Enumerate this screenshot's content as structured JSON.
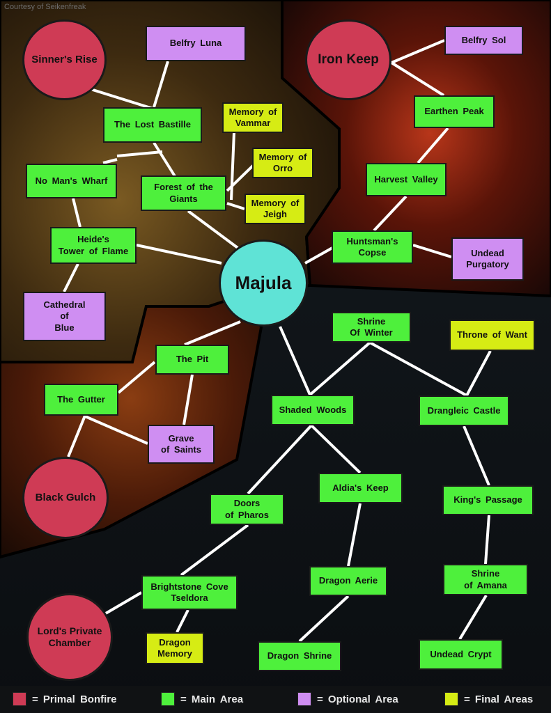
{
  "credit": "Courtesy of Seikenfreak",
  "colors": {
    "primal": "#cf3b55",
    "main": "#4ef03c",
    "optional": "#cf8ef2",
    "final": "#d6ec14",
    "hub": "#5fe3d6",
    "connector": "#ffffff"
  },
  "nodes": {
    "sinners_rise": "Sinner's Rise",
    "belfry_luna": "Belfry Luna",
    "iron_keep": "Iron Keep",
    "belfry_sol": "Belfry Sol",
    "lost_bastille": "The Lost Bastille",
    "memory_vammar": "Memory of\nVammar",
    "memory_orro": "Memory of\nOrro",
    "memory_jeigh": "Memory of\nJeigh",
    "forest_giants": "Forest of the\nGiants",
    "no_mans_wharf": "No Man's Wharf",
    "earthen_peak": "Earthen Peak",
    "harvest_valley": "Harvest Valley",
    "heides_tower": "Heide's\nTower of Flame",
    "huntsmans_copse": "Huntsman's\nCopse",
    "undead_purgatory": "Undead\nPurgatory",
    "majula": "Majula",
    "cathedral_blue": "Cathedral\nof\nBlue",
    "shrine_winter": "Shrine\nOf Winter",
    "throne_want": "Throne of Want",
    "the_pit": "The Pit",
    "the_gutter": "The Gutter",
    "shaded_woods": "Shaded Woods",
    "drangleic_castle": "Drangleic Castle",
    "grave_saints": "Grave\nof Saints",
    "black_gulch": "Black Gulch",
    "aldias_keep": "Aldia's Keep",
    "doors_pharos": "Doors\nof Pharos",
    "kings_passage": "King's Passage",
    "brightstone_cove": "Brightstone Cove\nTseldora",
    "dragon_aerie": "Dragon Aerie",
    "shrine_amana": "Shrine\nof Amana",
    "lords_chamber": "Lord's Private\nChamber",
    "dragon_memory": "Dragon\nMemory",
    "dragon_shrine": "Dragon Shrine",
    "undead_crypt": "Undead Crypt"
  },
  "legend": {
    "primal": "= Primal Bonfire",
    "main": "= Main Area",
    "optional": "= Optional Area",
    "final": "= Final Areas"
  }
}
